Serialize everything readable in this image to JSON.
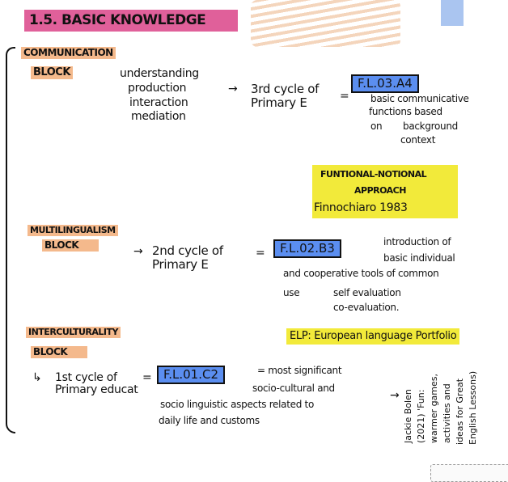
{
  "title": "1.5. BASIC KNOWLEDGE",
  "blocks": {
    "communication": {
      "label_line1": "COMMUNICATION",
      "label_line2": "BLOCK",
      "skills": [
        "understanding",
        "production",
        "interaction",
        "mediation"
      ],
      "cycle": "3rd cycle of Primary E",
      "code": "F.L.03.A4",
      "description": [
        "basic communicative",
        "functions based",
        "on",
        "background",
        "context"
      ],
      "approach_line1": "FUNTIONAL-NOTIONAL",
      "approach_line2": "APPROACH",
      "approach_ref": "Finnochiaro 1983"
    },
    "multilingualism": {
      "label_line1": "MULTILINGUALISM",
      "label_line2": "BLOCK",
      "cycle": "2nd cycle of Primary E",
      "code": "F.L.02.B3",
      "description": [
        "introduction of",
        "basic individual",
        "and cooperative tools of common",
        "use"
      ],
      "sub": [
        "self evaluation",
        "co-evaluation."
      ],
      "elp": "ELP: European language Portfolio"
    },
    "interculturality": {
      "label_line1": "INTERCULTURALITY",
      "label_line2": "BLOCK",
      "cycle": "1st cycle of Primary educat",
      "code": "F.L.01.C2",
      "description": [
        "= most significant",
        "socio-cultural and",
        "socio linguistic aspects related to",
        "daily life and customs"
      ],
      "reference": [
        "Jackie Bolen",
        "(2021) 'Fun:",
        "warmer games,",
        "activities and",
        "ideas for Great",
        "English Lessons)"
      ]
    }
  },
  "colors": {
    "title": "#e0609a",
    "block": "#f4b98c",
    "approach": "#f2ea3a",
    "code": "#5b8ef0"
  }
}
